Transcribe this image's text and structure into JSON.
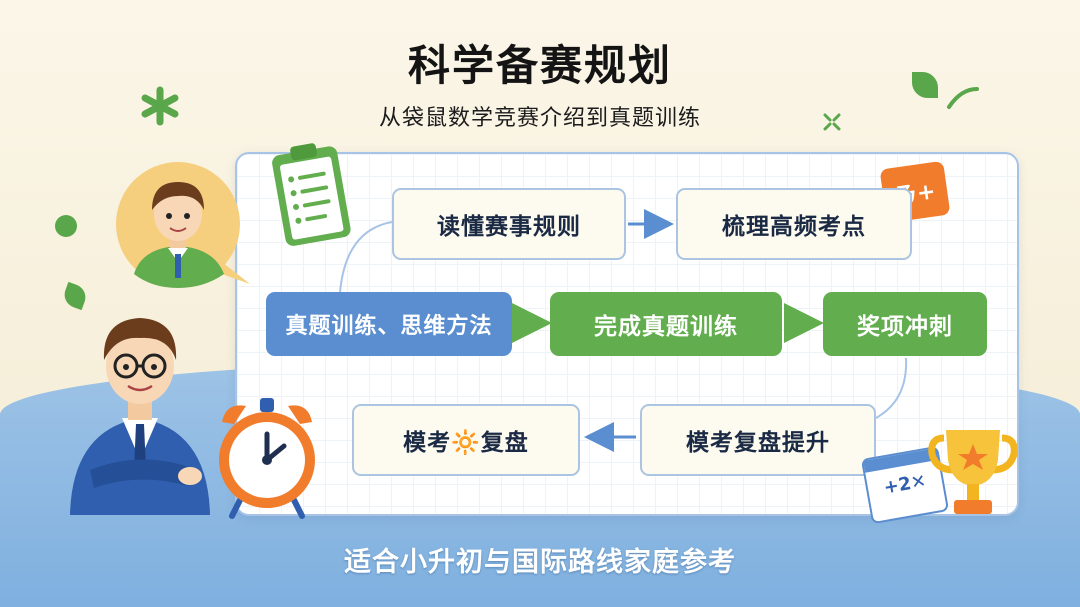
{
  "header": {
    "title": "科学备赛规划",
    "subtitle": "从袋鼠数学竞赛介绍到真题训练"
  },
  "flow": {
    "nodes": {
      "rules": "读懂赛事规则",
      "key_points": "梳理高频考点",
      "method": "真题训练、思维方法",
      "complete": "完成真题训练",
      "award": "奖项冲刺",
      "review_improve": "模考复盘提升",
      "review": "模考🔆复盘"
    }
  },
  "decor": {
    "math_sign_text": "ㄋ+",
    "calc_text": "+2✕"
  },
  "footer": {
    "text": "适合小升初与国际路线家庭参考"
  },
  "colors": {
    "blue_node": "#5a8ed0",
    "green_node": "#62ad4d",
    "outline_border": "#aac4e2",
    "accent_orange": "#f07c2c"
  }
}
